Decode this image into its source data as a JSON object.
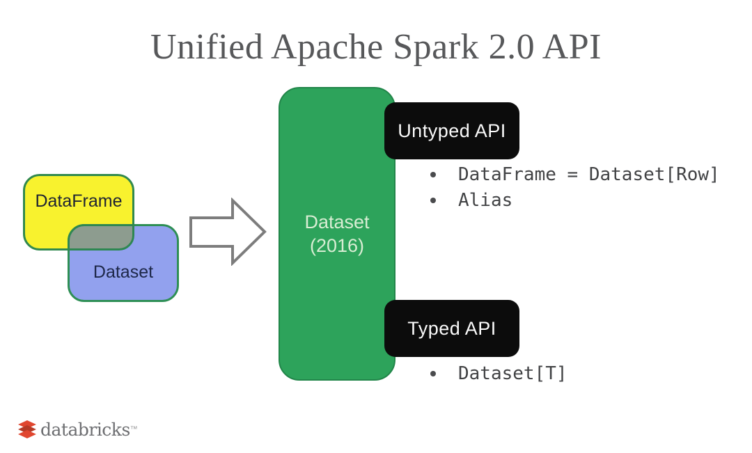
{
  "slide": {
    "title": "Unified Apache Spark 2.0 API"
  },
  "venn": {
    "dataframe_label": "DataFrame",
    "dataset_label": "Dataset",
    "colors": {
      "dataframe_fill": "#f8f22e",
      "dataset_fill": "#92a1ee",
      "overlap_fill": "#8d9c8f",
      "outline_green": "#2e8f55"
    }
  },
  "dataset_box": {
    "line1": "Dataset",
    "line2": "(2016)",
    "fill": "#2da35b",
    "text_color": "#d8edd3"
  },
  "untyped_api": {
    "label": "Untyped API",
    "bullets": [
      "DataFrame = Dataset[Row]",
      "Alias"
    ]
  },
  "typed_api": {
    "label": "Typed API",
    "bullets": [
      "Dataset[T]"
    ]
  },
  "pill_color": "#0c0c0c",
  "footer": {
    "logo_text": "databricks",
    "logo_tm": "™",
    "logo_red": "#e0462f"
  }
}
